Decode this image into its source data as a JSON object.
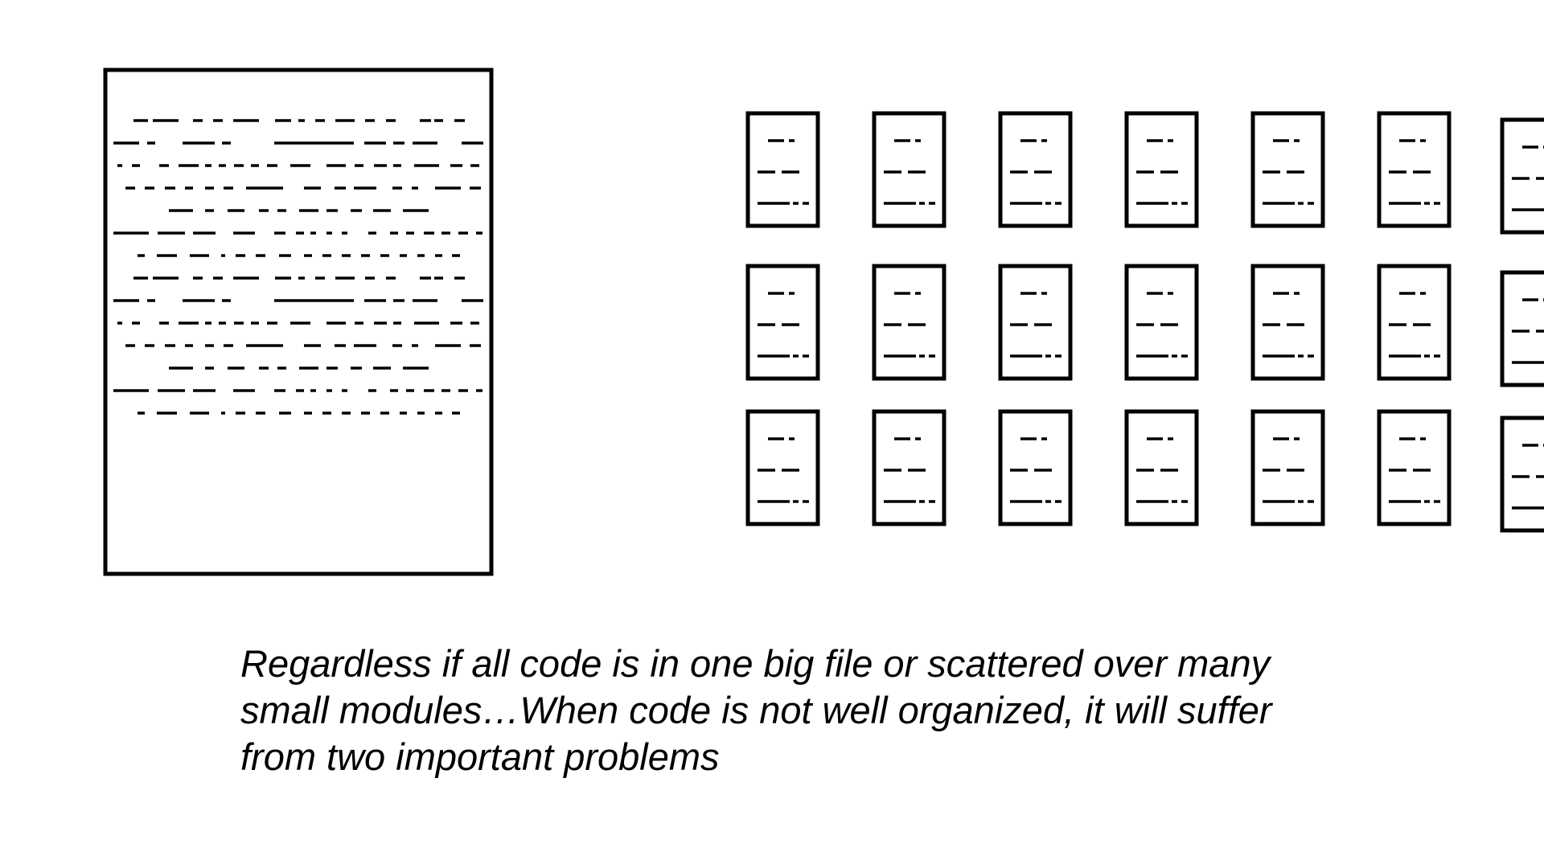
{
  "caption": {
    "lines": [
      "Regardless if all code is in one big file or scattered over many",
      "small modules…When code is not well organized, it will suffer",
      "from two important problems"
    ]
  },
  "small_files": {
    "rows": 3,
    "columns": 7
  },
  "colors": {
    "stroke": "#000000",
    "background": "#ffffff"
  }
}
